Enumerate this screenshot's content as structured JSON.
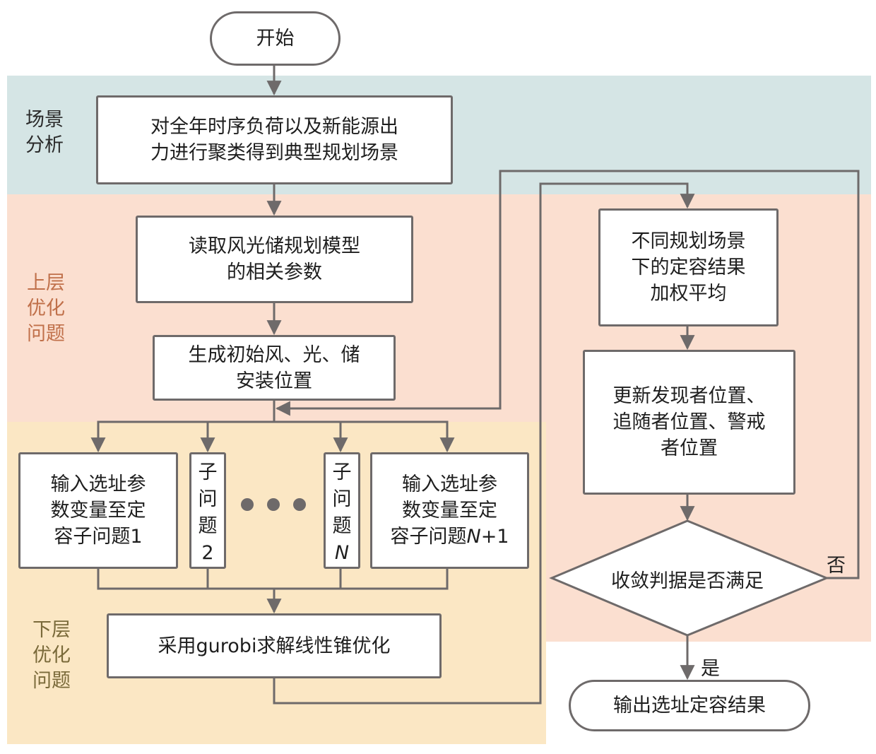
{
  "colors": {
    "band_scene": "#d5e5e5",
    "band_upper": "#fbdfd0",
    "band_lower": "#fbe7c4",
    "line": "#6e6a6a",
    "label_scene": "#2a2a2a",
    "label_upper": "#c0704a",
    "label_lower": "#7a6a3a"
  },
  "bands": {
    "scene": {
      "label": "场景\n分析"
    },
    "upper": {
      "label": "上层\n优化\n问题"
    },
    "lower": {
      "label": "下层\n优化\n问题"
    }
  },
  "nodes": {
    "start": "开始",
    "cluster": "对全年时序负荷以及新能源出\n力进行聚类得到典型规划场景",
    "read_params": "读取风光储规划模型\n的相关参数",
    "init_positions": "生成初始风、光、储\n安装位置",
    "subproblem_1": "输入选址参\n数变量至定\n容子问题1",
    "subproblem_2": {
      "text": "子\n问\n题",
      "index": "2"
    },
    "subproblem_n": {
      "text": "子\n问\n题",
      "index": "N"
    },
    "subproblem_n1": {
      "line1": "输入选址参\n数变量至定\n容子问题",
      "suffix_italic": "N",
      "suffix": "+1"
    },
    "gurobi": "采用gurobi求解线性锥优化",
    "weighted_avg": "不同规划场景\n下的定容结果\n加权平均",
    "update_positions": "更新发现者位置、\n追随者位置、警戒\n者位置",
    "convergence": "收敛判据是否满足",
    "output": "输出选址定容结果"
  },
  "edge_labels": {
    "no": "否",
    "yes": "是"
  }
}
